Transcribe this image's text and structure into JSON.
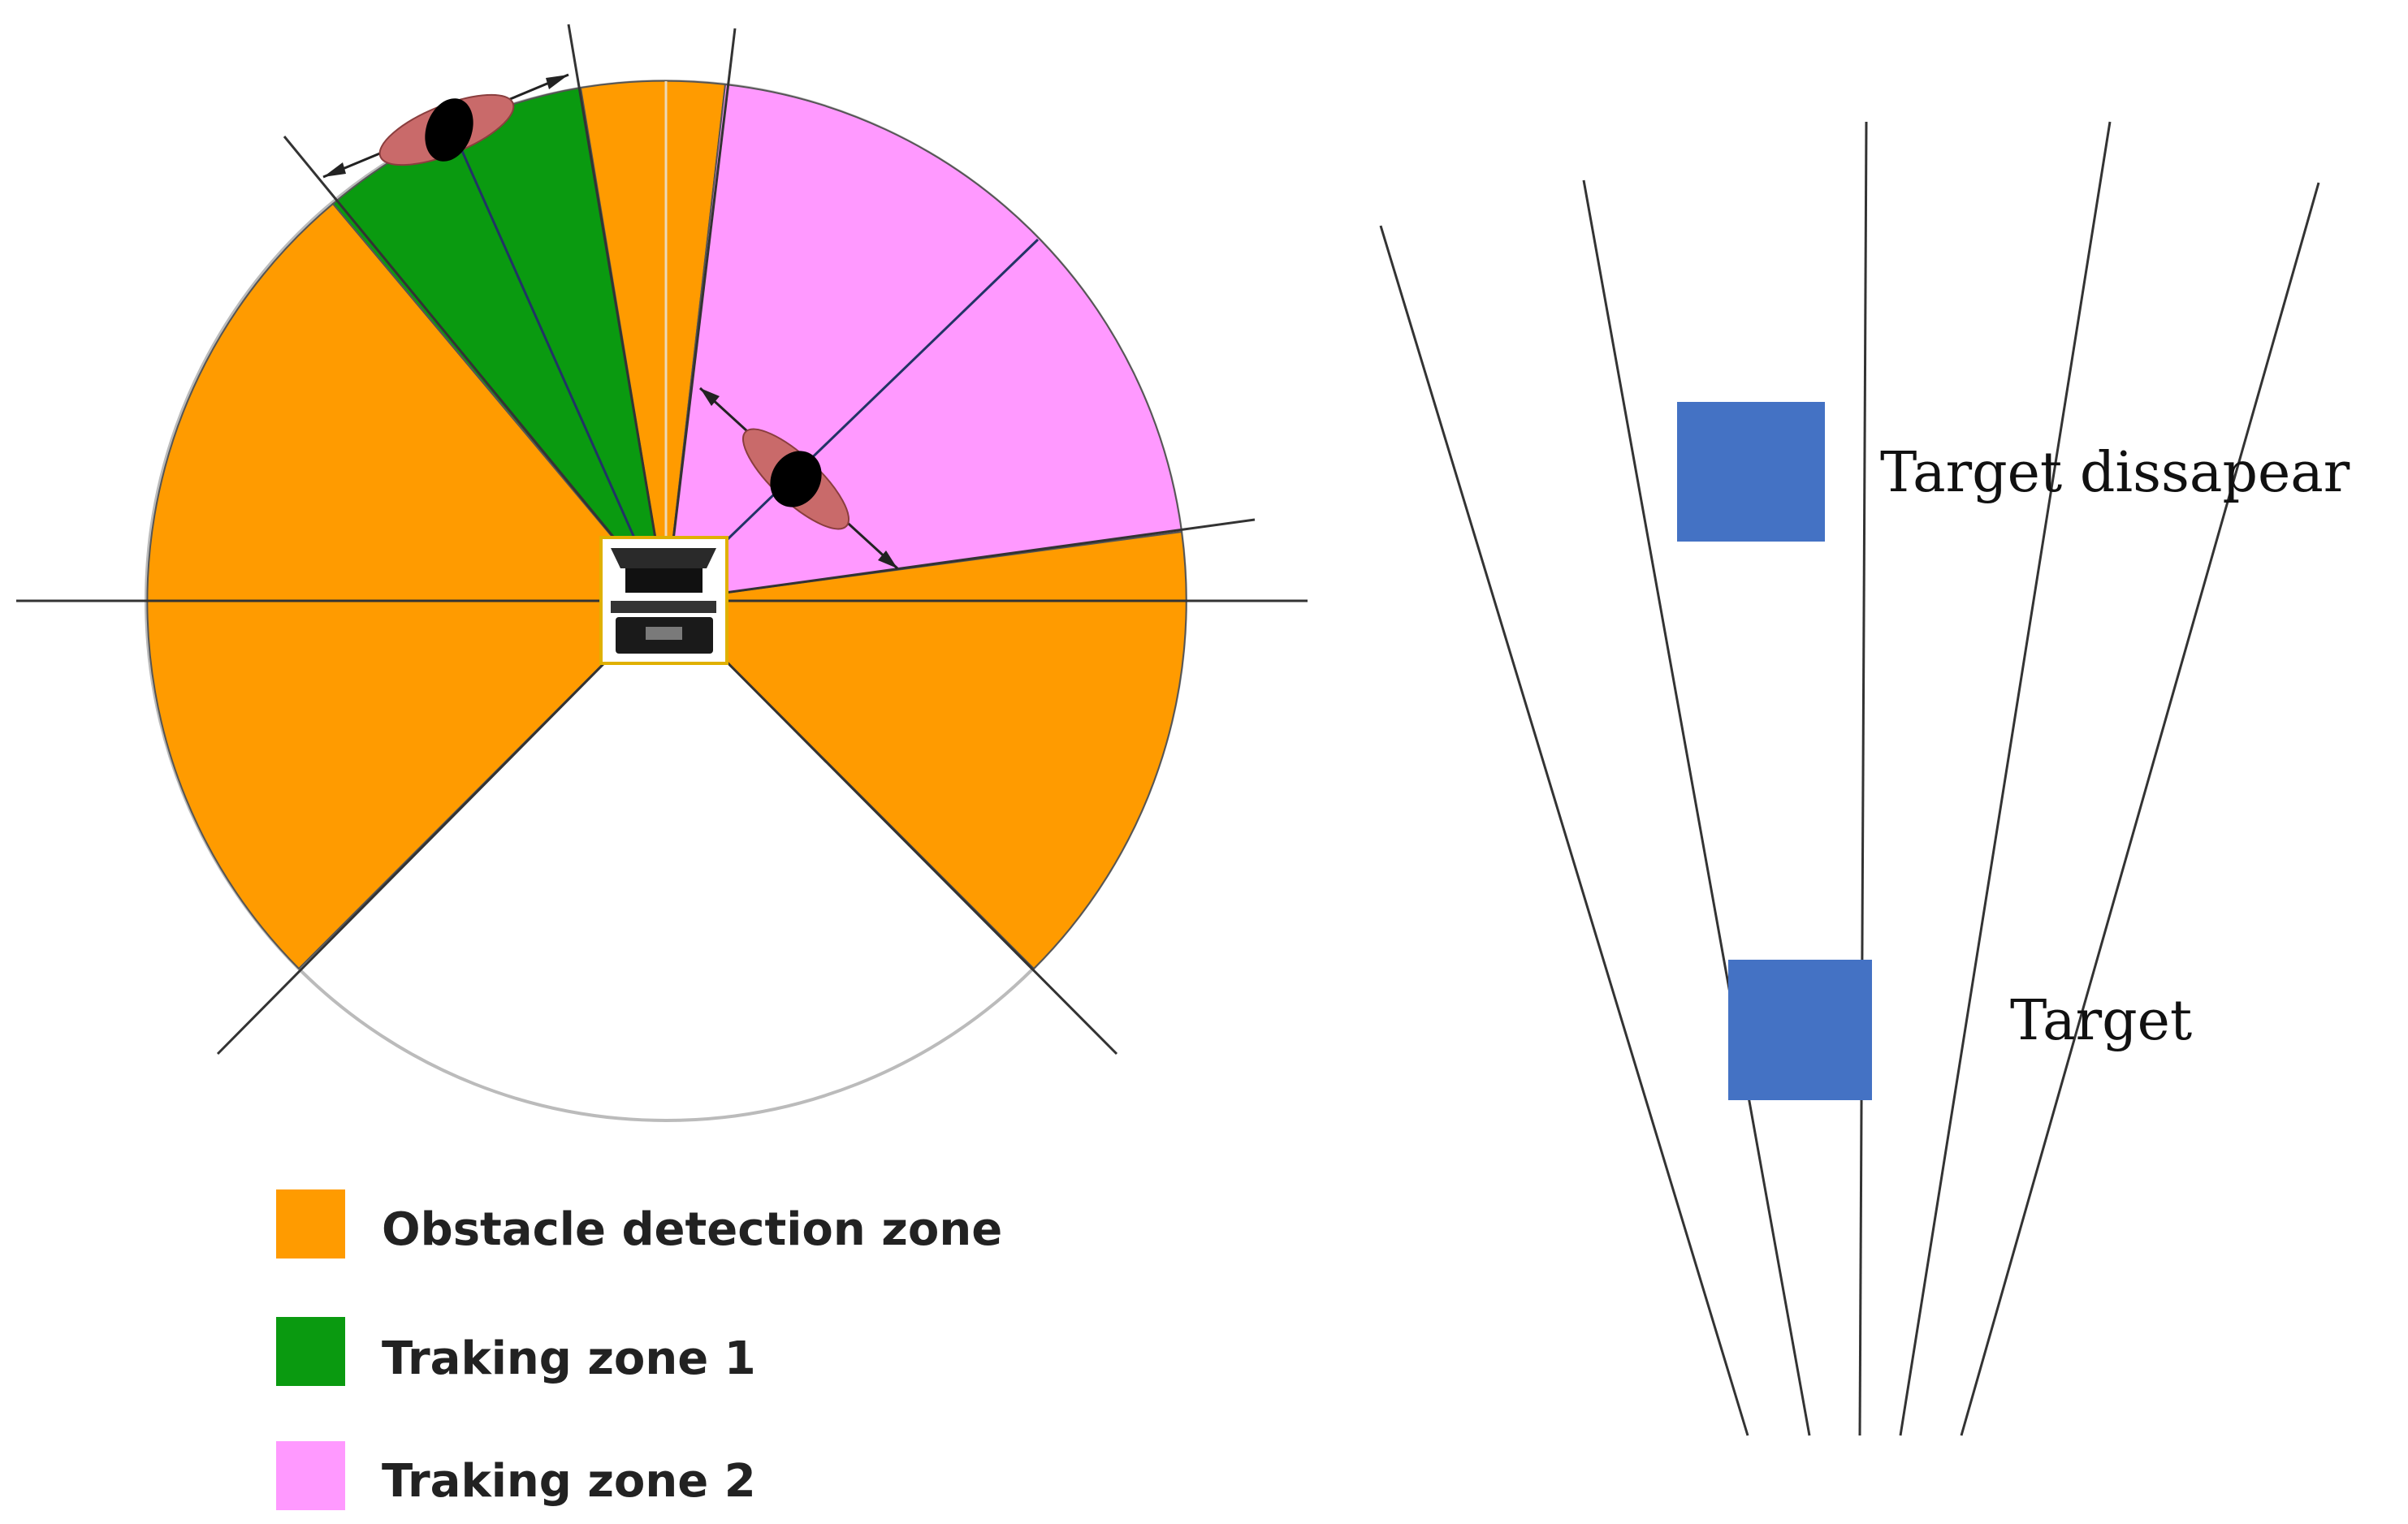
{
  "colors": {
    "obstacle": "#FF9B00",
    "tracking_zone_1": "#0A9A10",
    "tracking_zone_2": "#FF99FF",
    "target_box": "#4472C4",
    "ellipse": "#C96A6A",
    "line": "#333333",
    "circle_outline": "#BBBBBB"
  },
  "legend": {
    "items": [
      {
        "label": "Obstacle detection zone",
        "color": "#FF9B00"
      },
      {
        "label": "Traking zone 1",
        "color": "#0A9A10"
      },
      {
        "label": "Traking zone 2",
        "color": "#FF99FF"
      }
    ]
  },
  "right_diagram": {
    "target_upper_label": "Target dissapear",
    "target_lower_label": "Target"
  },
  "icons": {
    "sensor": "lidar-sensor-icon",
    "object": "tracked-object-icon"
  }
}
